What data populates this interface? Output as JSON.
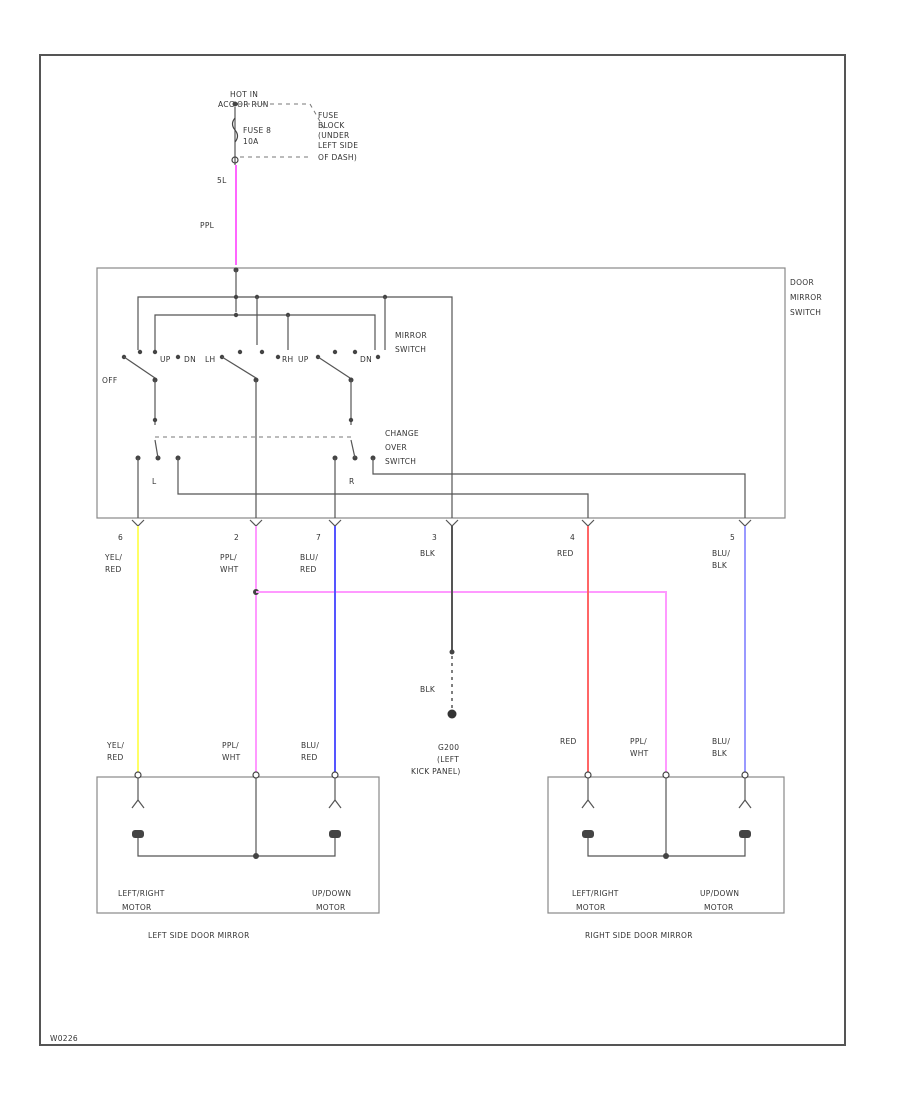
{
  "power": {
    "hot_in": "HOT IN",
    "acc_run": "ACC OR RUN",
    "fuse": "FUSE 8",
    "amps": "10A",
    "fuse_block": "FUSE BLOCK (UNDER LEFT SIDE OF DASH)",
    "fuse_block_lines": [
      "FUSE",
      "BLOCK",
      "(UNDER",
      "LEFT SIDE",
      "OF DASH)"
    ],
    "fuse_pin": "5L",
    "feed_wire": "PPL"
  },
  "switch_assembly": {
    "name_lines": [
      "DOOR",
      "MIRROR",
      "SWITCH"
    ],
    "mirror_switch_lines": [
      "MIRROR",
      "SWITCH"
    ],
    "change_over_lines": [
      "CHANGE",
      "OVER",
      "SWITCH"
    ],
    "off_label": "OFF",
    "left_contact": "L",
    "right_contact": "R",
    "position_labels": [
      "UP",
      "DN",
      "LH",
      "RH",
      "UP",
      "DN"
    ]
  },
  "connectors": [
    {
      "pin": "6",
      "wire": [
        "YEL/",
        "RED"
      ],
      "color": "#ffff66"
    },
    {
      "pin": "2",
      "wire": [
        "PPL/",
        "WHT"
      ],
      "color": "#ff99ff"
    },
    {
      "pin": "7",
      "wire": [
        "BLU/",
        "RED"
      ],
      "color": "#5555ff"
    },
    {
      "pin": "3",
      "wire": [
        "BLK",
        ""
      ],
      "color": "#555555"
    },
    {
      "pin": "4",
      "wire": [
        "RED",
        ""
      ],
      "color": "#ff6666"
    },
    {
      "pin": "5",
      "wire": [
        "BLU/",
        "BLK"
      ],
      "color": "#9999ff"
    }
  ],
  "ground": {
    "wire": "BLK",
    "lines": [
      "G200",
      "(LEFT",
      "KICK PANEL)"
    ]
  },
  "left_mirror": {
    "wires": [
      [
        "YEL/",
        "RED"
      ],
      [
        "PPL/",
        "WHT"
      ],
      [
        "BLU/",
        "RED"
      ]
    ],
    "motor_left": [
      "LEFT/RIGHT",
      "MOTOR"
    ],
    "motor_right": [
      "UP/DOWN",
      "MOTOR"
    ],
    "caption": "LEFT SIDE DOOR MIRROR"
  },
  "right_mirror": {
    "wires": [
      [
        "RED",
        ""
      ],
      [
        "PPL/",
        "WHT"
      ],
      [
        "BLU/",
        "BLK"
      ]
    ],
    "motor_left": [
      "LEFT/RIGHT",
      "MOTOR"
    ],
    "motor_right": [
      "UP/DOWN",
      "MOTOR"
    ],
    "caption": "RIGHT SIDE DOOR MIRROR"
  },
  "figure_id": "W0226"
}
